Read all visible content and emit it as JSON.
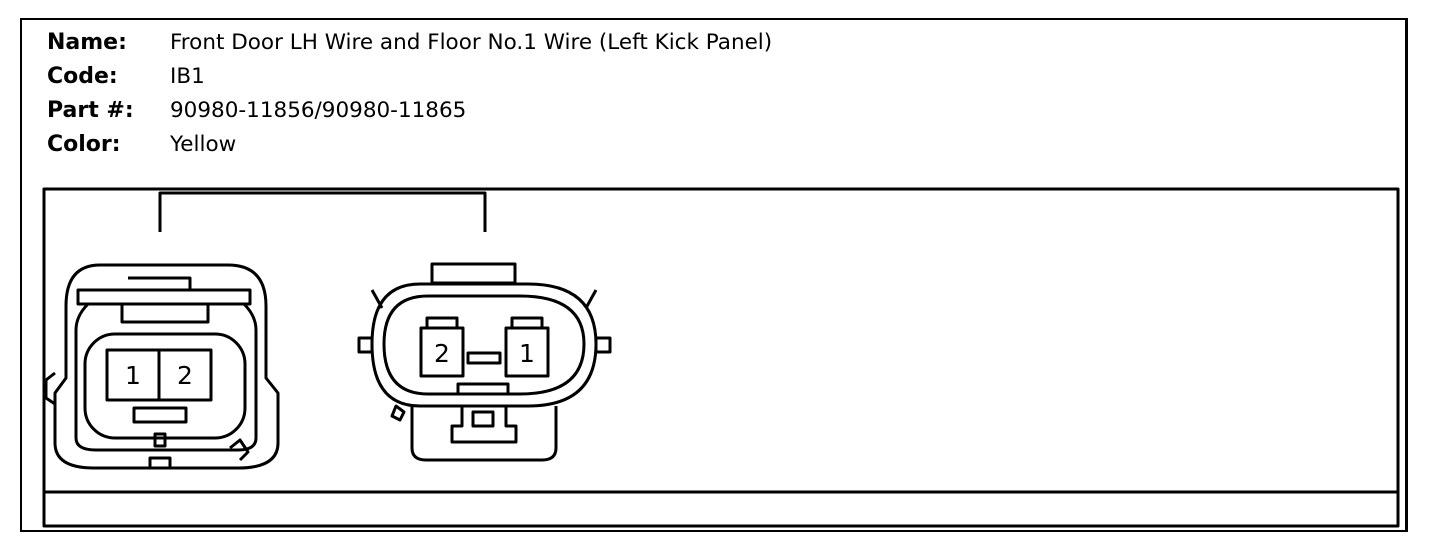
{
  "info": {
    "name_label": "Name:",
    "name_value": "Front Door LH Wire and Floor No.1 Wire (Left Kick Panel)",
    "code_label": "Code:",
    "code_value": "IB1",
    "part_label": "Part #:",
    "part_value": "90980-11856/90980-11865",
    "color_label": "Color:",
    "color_value": "Yellow"
  },
  "connectors": {
    "left": {
      "pins": [
        "1",
        "2"
      ]
    },
    "right": {
      "pins": [
        "2",
        "1"
      ]
    }
  }
}
